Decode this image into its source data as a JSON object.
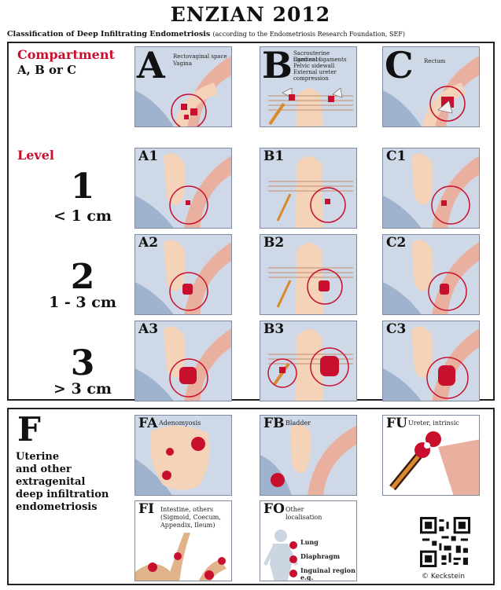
{
  "header": {
    "title": "ENZIAN 2012",
    "subtitle": "Classification of Deep Infiltrating Endometriosis",
    "subtitle_source": "(according to the Endometriosis Research Foundation, SEF)"
  },
  "compartment": {
    "heading": "Compartment",
    "options": "A, B or C",
    "panels": [
      {
        "letter": "A",
        "notes": [
          "Rectovaginal space",
          "Vagina"
        ]
      },
      {
        "letter": "B",
        "notes": [
          "Sacrouterine ligaments",
          "Cardinal ligaments",
          "Pelvic sidewall",
          "External ureter compression"
        ]
      },
      {
        "letter": "C",
        "notes": [
          "Rectum"
        ]
      }
    ]
  },
  "level": {
    "heading": "Level",
    "rows": [
      {
        "number": "1",
        "size": "< 1 cm",
        "panels": [
          "A1",
          "B1",
          "C1"
        ]
      },
      {
        "number": "2",
        "size": "1 - 3 cm",
        "panels": [
          "A2",
          "B2",
          "C2"
        ]
      },
      {
        "number": "3",
        "size": "> 3 cm",
        "panels": [
          "A3",
          "B3",
          "C3"
        ]
      }
    ]
  },
  "f_section": {
    "letter": "F",
    "description": [
      "Uterine",
      "and other",
      "extragenital",
      "deep infiltration",
      "endometriosis"
    ],
    "panels": [
      {
        "code": "FA",
        "label": "Adenomyosis"
      },
      {
        "code": "FB",
        "label": "Bladder"
      },
      {
        "code": "FU",
        "label": "Ureter, intrinsic"
      },
      {
        "code": "FI",
        "label_lines": [
          "Intestine, others",
          "(Sigmoid, Coecum,",
          "Appendix, Ileum)"
        ]
      },
      {
        "code": "FO",
        "label_lines": [
          "Other",
          "localisation"
        ],
        "items": [
          "Lung",
          "Diaphragm",
          "Inguinal region",
          "e.g."
        ]
      }
    ]
  },
  "copyright": "© Keckstein",
  "colors": {
    "accent": "#c8102e",
    "lesion": "#c8102e",
    "panel_bg": "#cfd8e6"
  }
}
